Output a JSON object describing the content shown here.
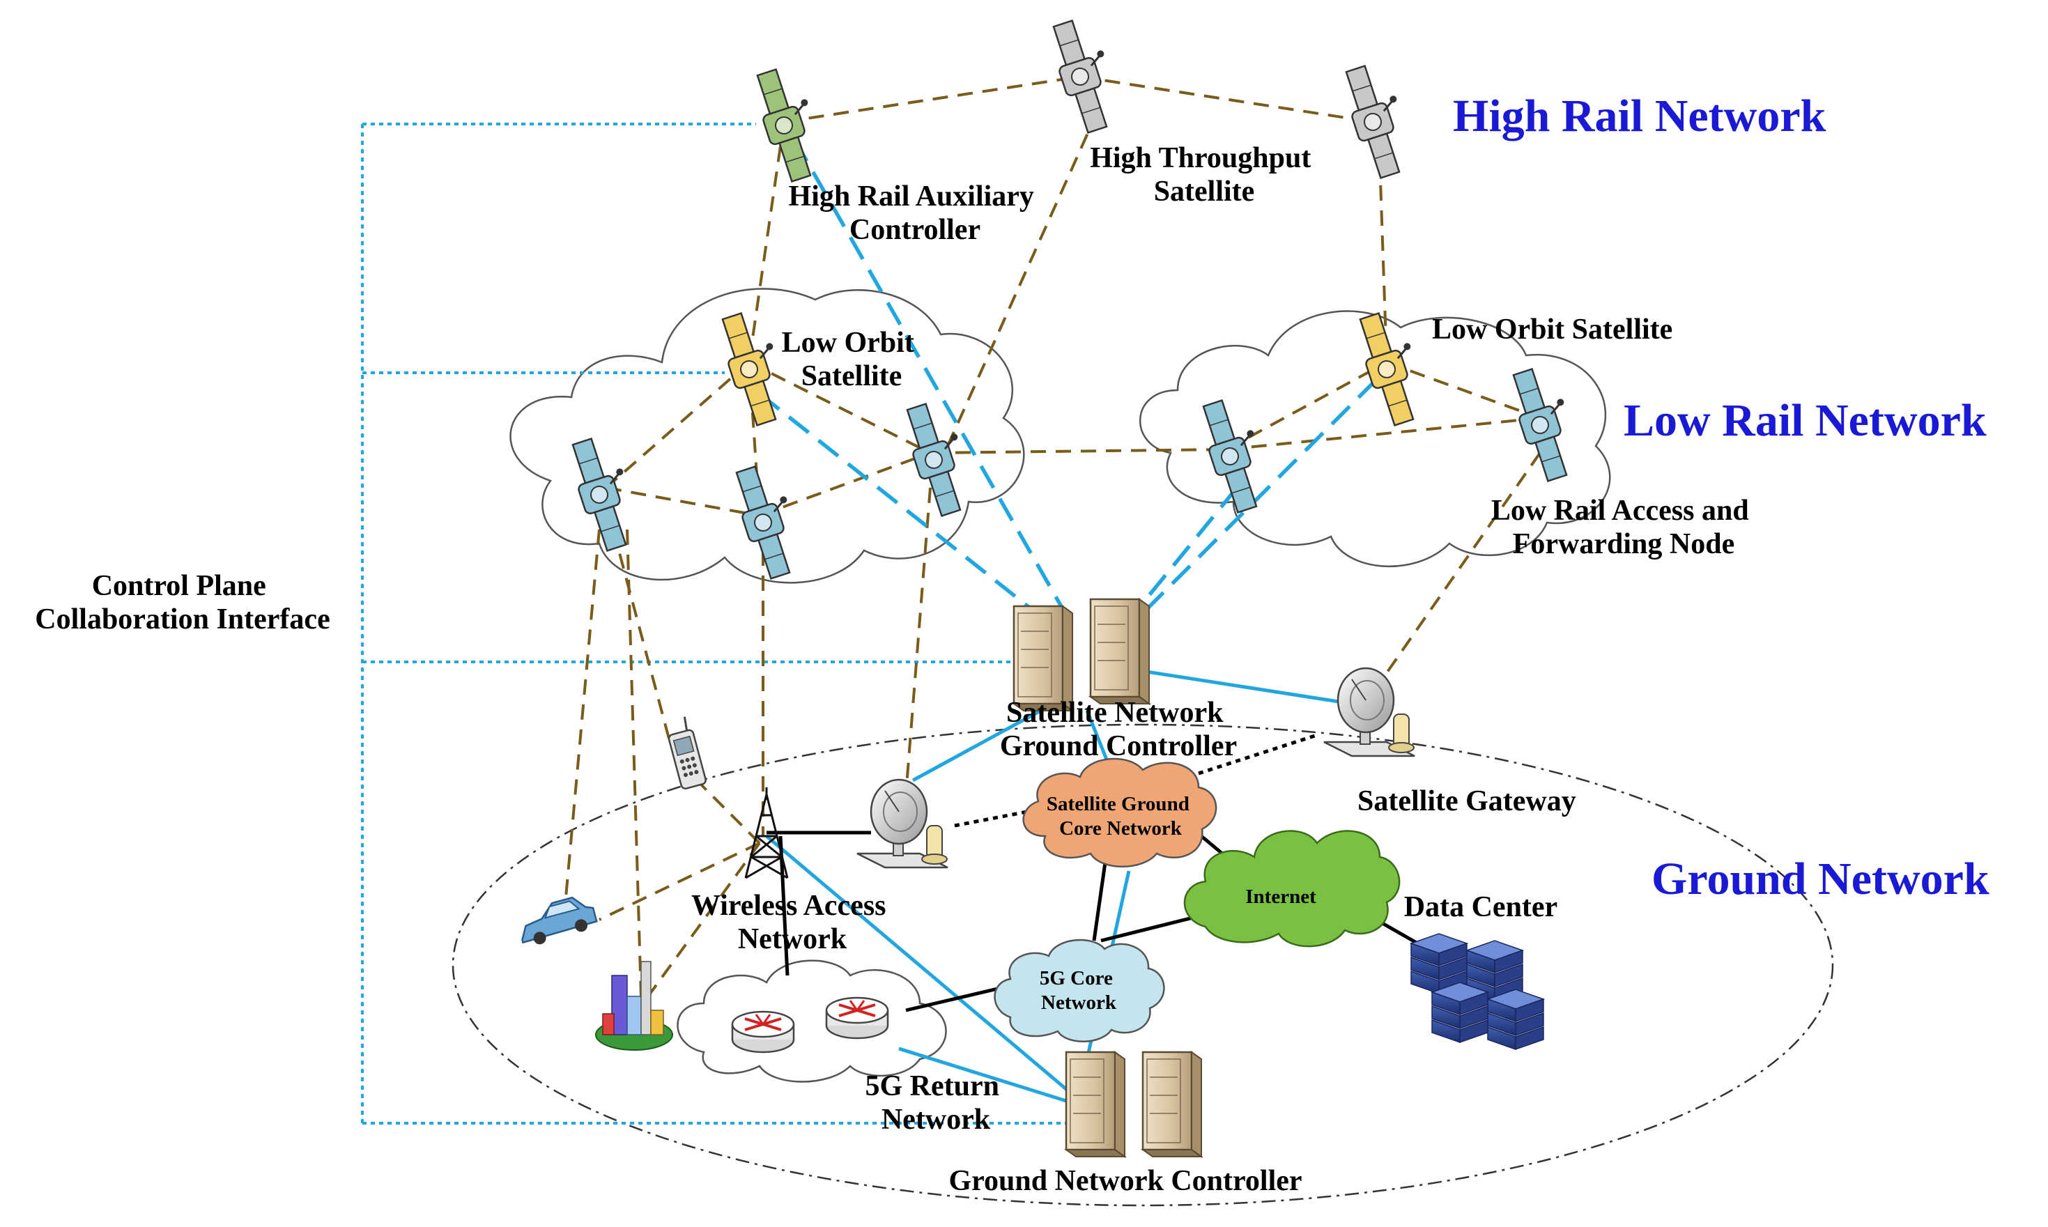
{
  "tiers": {
    "high": "High Rail Network",
    "low": "Low Rail Network",
    "ground": "Ground Network"
  },
  "labels": {
    "high_aux_controller": [
      "High Rail Auxiliary",
      "Controller"
    ],
    "high_throughput_sat": [
      "High Throughput",
      "Satellite"
    ],
    "low_orbit_sat_left": [
      "Low Orbit",
      "Satellite"
    ],
    "low_orbit_sat_right": "Low Orbit Satellite",
    "access_node": [
      "Low Rail Access and",
      "Forwarding Node"
    ],
    "control_interface": [
      "Control Plane",
      "Collaboration Interface"
    ],
    "sat_ground_controller": [
      "Satellite Network",
      "Ground Controller"
    ],
    "sat_gateway": "Satellite Gateway",
    "sat_ground_core": [
      "Satellite Ground",
      "Core Network"
    ],
    "internet": "Internet",
    "data_center": "Data Center",
    "wireless_access": [
      "Wireless Access",
      "Network"
    ],
    "core_5g": [
      "5G Core",
      "Network"
    ],
    "return_5g": [
      "5G Return",
      "Network"
    ],
    "ground_controller": "Ground Network Controller"
  },
  "colors": {
    "tier_text": "#1a1ad6",
    "satellite_link": "#7a5c1a",
    "control_link": "#21a6e0",
    "sat_high_throughput": "#c8c8c8",
    "sat_aux_controller": "#9dc27a",
    "sat_low_orbit_master": "#f2cf62",
    "sat_low_orbit": "#8fc4d6",
    "cloud_core": "#f0a674",
    "cloud_internet": "#7ac143",
    "cloud_5g_core": "#c4e4ee"
  },
  "icons": {
    "satellite": "satellite-icon",
    "server": "server-rack-icon",
    "dish": "satellite-dish-icon",
    "tower": "radio-tower-icon",
    "phone": "mobile-phone-icon",
    "car": "car-icon",
    "city": "city-buildings-icon",
    "router": "router-icon",
    "data_center": "data-center-icon"
  }
}
